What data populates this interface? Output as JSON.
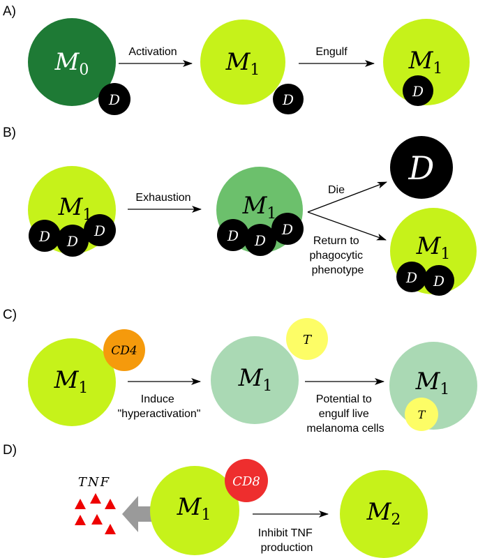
{
  "colors": {
    "m0": "#1e7a35",
    "m1": "#c6f21a",
    "m1_exhausted": "#6cc06c",
    "m1_hyper": "#aad9b4",
    "dead_cell": "#000000",
    "cd4": "#f59a0c",
    "tcell": "#fdfd66",
    "cd8": "#ee2e2e",
    "tnf": "#ee0000",
    "block_arrow": "#9a9a9a"
  },
  "panels": {
    "a": {
      "label": "A)",
      "m0": "M",
      "m0_sub": "0",
      "m1": "M",
      "m1_sub": "1",
      "dead": "D",
      "arrow1": "Activation",
      "arrow2": "Engulf"
    },
    "b": {
      "label": "B)",
      "m": "M",
      "m_sub": "1",
      "dead": "D",
      "arrow_exhaustion": "Exhaustion",
      "arrow_die": "Die",
      "return_line1": "Return to",
      "return_line2": "phagocytic",
      "return_line3": "phenotype"
    },
    "c": {
      "label": "C)",
      "m": "M",
      "m_sub": "1",
      "cd4": "CD4",
      "tcell": "T",
      "arrow1_line1": "Induce",
      "arrow1_line2": "\"hyperactivation\"",
      "arrow2_line1": "Potential to",
      "arrow2_line2": "engulf live",
      "arrow2_line3": "melanoma cells"
    },
    "d": {
      "label": "D)",
      "tnf": "TNF",
      "m1": "M",
      "m1_sub": "1",
      "cd8": "CD8",
      "m2": "M",
      "m2_sub": "2",
      "arrow_line1": "Inhibit TNF",
      "arrow_line2": "production"
    }
  }
}
